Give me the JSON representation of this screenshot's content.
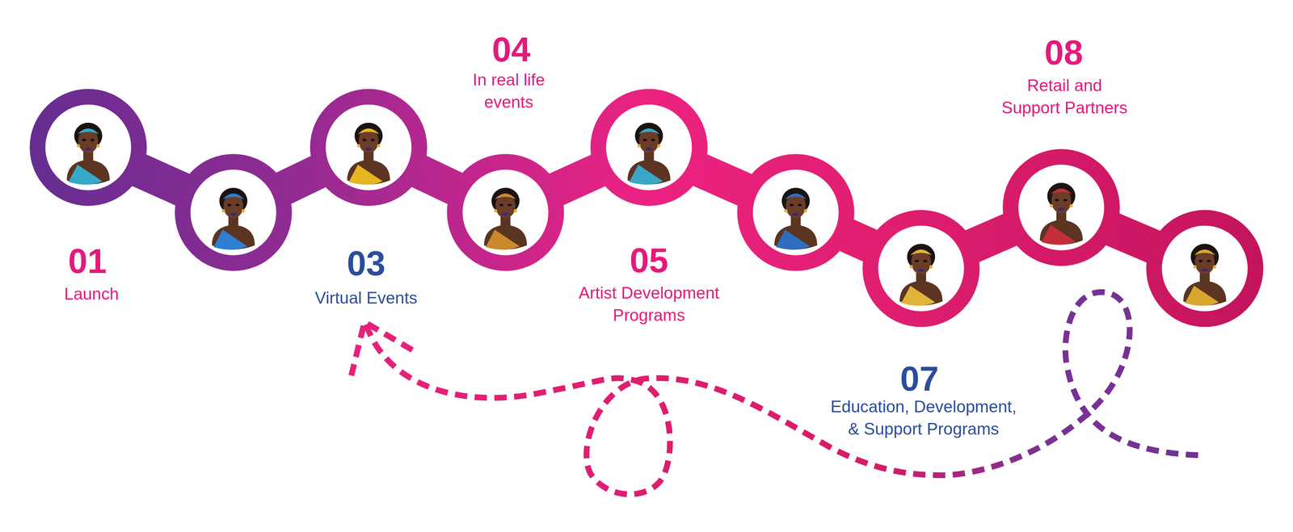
{
  "diagram": {
    "labels": [
      "01",
      "Launch",
      "03",
      "Virtual Events",
      "04",
      "In real life events",
      "05",
      "Artist Development Programs",
      "07",
      "Education, Development, & Support Programs",
      "08",
      "Retail and Support Partners"
    ]
  }
}
